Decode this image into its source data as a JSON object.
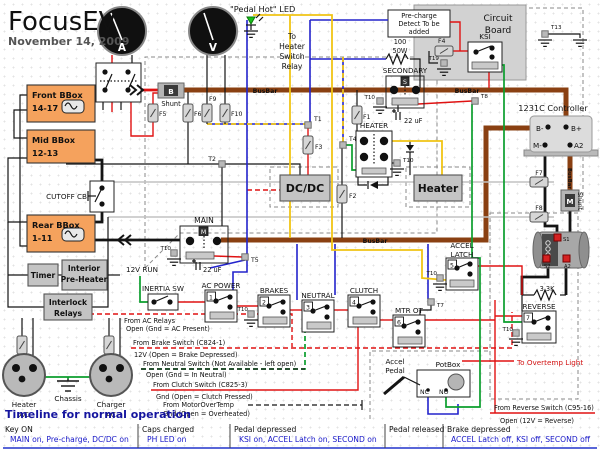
{
  "title": "FocusEV",
  "date": "November 14, 2009",
  "colors": {
    "busbar_brown": "#8a4012",
    "hv_red": "#e01212",
    "signal_blue": "#2323cc",
    "signal_green": "#0b9e2d",
    "signal_yellow": "#f0c414",
    "bbox_orange": "#f5a25d",
    "module_gray": "#c4c4c4",
    "timeline_blue": "#1717c9"
  },
  "t": {
    "a": "A",
    "v": "V",
    "pedal_hot": "\"Pedal Hot\" LED",
    "th1": "To",
    "th2": "Heater",
    "th3": "Switch",
    "th4": "Relay",
    "pc1": "Pre-charge",
    "pc2": "Detect To be",
    "pc3": "added",
    "cb1": "Circuit",
    "cb2": "Board",
    "ksi": "KSI",
    "r100a": "100",
    "r100b": "50W",
    "f1": "F1",
    "f2": "F2",
    "f3": "F3",
    "f4": "F4",
    "f5": "F5",
    "f6": "F6",
    "f7": "F7",
    "f8": "F8",
    "f9": "F9",
    "f10": "F10",
    "t1": "T1",
    "t2": "T2",
    "t4": "T4",
    "t5": "T5",
    "t7": "T7",
    "t8": "T8",
    "t10": "T10",
    "t13": "T13",
    "t19": "T19",
    "secondary": "SECONDARY",
    "stag": "S",
    "cap22": "22 uF",
    "busbar": "BusBar",
    "controller": "1231C Controller",
    "bminus": "B-",
    "bplus": "B+",
    "mminus": "M-",
    "a2c": "A2",
    "shuntB": "B",
    "shuntM": "M",
    "shunt": "Shunt",
    "s1": "S1",
    "s2": "S2",
    "a2m": "A2",
    "r33k": "3.3K",
    "reverse": "REVERSE",
    "tag7": "7",
    "overtemp": "To Overtemp Light",
    "fb1": "Front BBox",
    "fb2": "14-17",
    "mb1": "Mid BBox",
    "mb2": "12-13",
    "rb1": "Rear BBox",
    "rb2": "1-11",
    "cutoff": "CUTOFF CB",
    "timer": "Timer",
    "ph1": "Interior",
    "ph2": "Pre-Heater",
    "il1": "Interlock",
    "il2": "Relays",
    "hac1": "Heater",
    "hac2": "AC",
    "cac1": "Charger",
    "cac2": "AC",
    "chassis": "Chassis",
    "run": "12V RUN",
    "inertia": "INERTIA SW",
    "main": "MAIN",
    "mtag": "M",
    "acp": "AC POWER",
    "tag1": "1",
    "brakes": "BRAKES",
    "tag2": "2",
    "neutral": "NEUTRAL",
    "tag3": "3",
    "clutch": "CLUTCH",
    "tag4": "4",
    "mtrot": "MTR OT",
    "tag6": "6",
    "al1": "ACCEL",
    "al2": "LATCH",
    "tag5": "5",
    "ap1": "Accel",
    "ap2": "Pedal",
    "potbox": "PotBox",
    "nc": "NC",
    "no": "NO",
    "heaterc": "HEATER",
    "dcdc": "DC/DC",
    "heaterb": "Heater"
  },
  "ann": {
    "acr1": "From AC Relays",
    "acr2": "Open (Gnd = AC Present)",
    "br1": "From Brake Switch (C824-1)",
    "br2": "12V (Open = Brake Depressed)",
    "ne1": "From Neutral Switch (Not Available - left open)",
    "ne2": "Open (Gnd = In Neutral)",
    "cl1": "From Clutch Switch (C825-3)",
    "cl2": "Gnd (Open = Clutch Pressed)",
    "mo1": "From MotorOverTemp",
    "mo2": "Gnd (Open = Overheated)",
    "rv1": "From Reverse Switch (C95-16)",
    "rv2": "Open (12V = Reverse)"
  },
  "timeline": {
    "heading": "Timeline for normal operation",
    "events": [
      {
        "title": "Key ON",
        "detail": "MAIN on, Pre-charge, DC/DC on"
      },
      {
        "title": "Caps charged",
        "detail": "PH LED on"
      },
      {
        "title": "Pedal depressed",
        "detail": "KSI on, ACCEL Latch on, SECOND on"
      },
      {
        "title": "Pedal released",
        "detail": ""
      },
      {
        "title": "Brake depressed",
        "detail": "ACCEL Latch off, KSI off, SECOND off"
      }
    ]
  }
}
